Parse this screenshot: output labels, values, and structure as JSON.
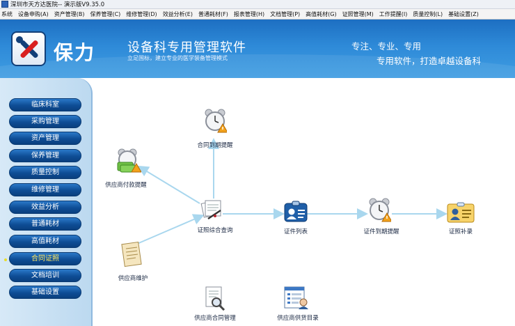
{
  "window": {
    "title": "深圳市天方达医院-- 演示版V9.35.0"
  },
  "menu": [
    "系统",
    "设备申购(A)",
    "资产管理(B)",
    "保养管理(C)",
    "维修管理(D)",
    "效益分析(E)",
    "普通耗材(F)",
    "报表管理(H)",
    "文档管理(P)",
    "高值耗材(G)",
    "证照管理(M)",
    "工作提醒(I)",
    "质量控制(L)",
    "基础设置(Z)"
  ],
  "header": {
    "brand": "保力",
    "product_name": "设备科专用管理软件",
    "product_subtitle": "立足国标，建立专业的医学装备管理模式",
    "slogan_line1": "专注、专业、专用",
    "slogan_line2": "专用软件，打造卓越设备科"
  },
  "sidebar": [
    "临床科室",
    "采购管理",
    "资产管理",
    "保养管理",
    "质量控制",
    "维修管理",
    "效益分析",
    "普通耗材",
    "高值耗材",
    "合同证照",
    "文档培训",
    "基础设置"
  ],
  "sidebar_active": "合同证照",
  "colors": {
    "header": "#2e8ad8",
    "nav_button": "#0e4d95",
    "active_text": "#ffe760",
    "arrow": "#a9d7ee"
  },
  "workflow": {
    "contract_expiry": {
      "label": "合同到期提醒",
      "icon": "alarm-clock-warning-icon"
    },
    "supplier_payment": {
      "label": "供应商付款提醒",
      "icon": "money-alarm-icon"
    },
    "license_query": {
      "label": "证照综合查询",
      "icon": "documents-pen-icon"
    },
    "license_list": {
      "label": "证件列表",
      "icon": "id-card-icon"
    },
    "license_expiry": {
      "label": "证件到期提醒",
      "icon": "alarm-clock-warning-icon"
    },
    "license_supplement": {
      "label": "证照补录",
      "icon": "certificate-card-icon"
    },
    "supplier_maintain": {
      "label": "供应商维护",
      "icon": "notebook-icon"
    },
    "supplier_contract": {
      "label": "供应商合同管理",
      "icon": "document-search-icon"
    },
    "supplier_catalog": {
      "label": "供应商供货目录",
      "icon": "catalog-list-icon"
    }
  }
}
